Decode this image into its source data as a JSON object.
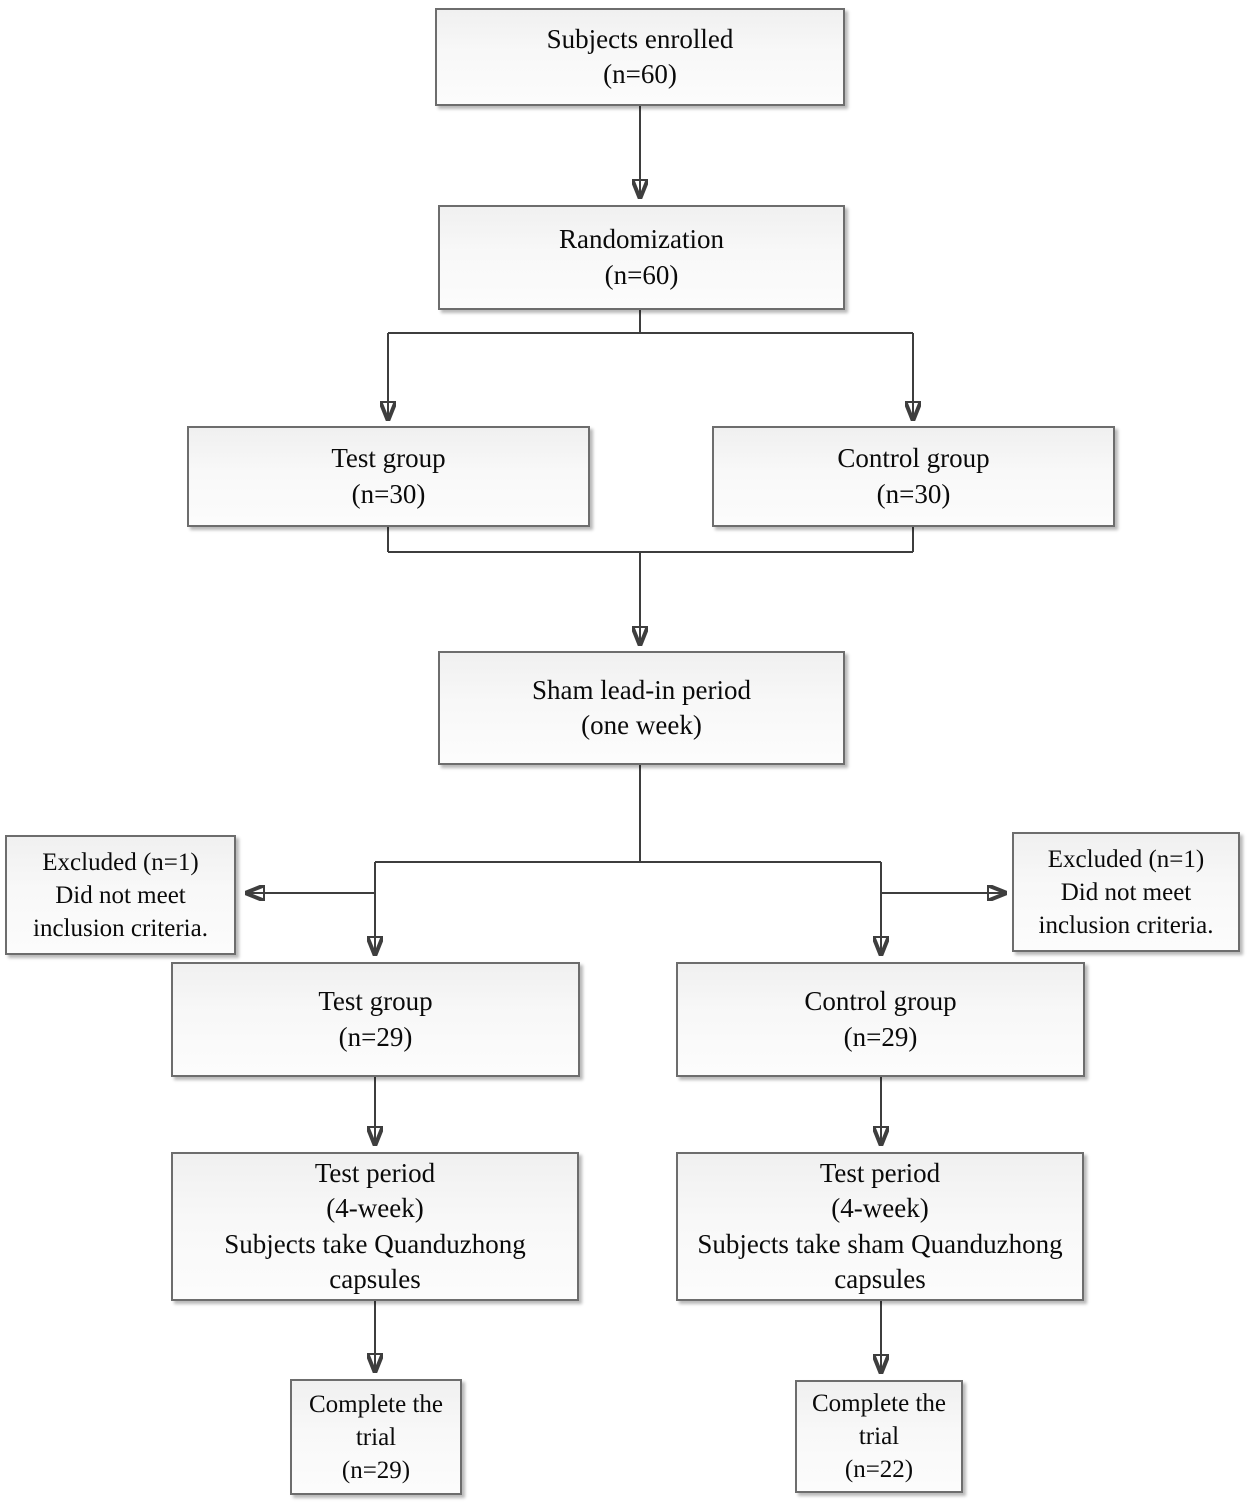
{
  "diagram": {
    "type": "flowchart",
    "description": "Clinical trial subject flow diagram",
    "nodes": {
      "subjects_enrolled": {
        "label": "Subjects enrolled\n(n=60)"
      },
      "randomization": {
        "label": "Randomization\n(n=60)"
      },
      "test_group_initial": {
        "label": "Test group\n(n=30)"
      },
      "control_group_initial": {
        "label": "Control group\n(n=30)"
      },
      "sham_lead_in": {
        "label": "Sham lead-in period\n(one week)"
      },
      "excluded_left": {
        "label": "Excluded (n=1)\nDid not meet\ninclusion criteria."
      },
      "excluded_right": {
        "label": "Excluded (n=1)\nDid not meet\ninclusion criteria."
      },
      "test_group_after": {
        "label": "Test group\n(n=29)"
      },
      "control_group_after": {
        "label": "Control group\n(n=29)"
      },
      "test_period_test": {
        "label": "Test period\n(4-week)\nSubjects take Quanduzhong\ncapsules"
      },
      "test_period_control": {
        "label": "Test period\n(4-week)\nSubjects take sham Quanduzhong\ncapsules"
      },
      "complete_test": {
        "label": "Complete the\ntrial\n(n=29)"
      },
      "complete_control": {
        "label": "Complete the\ntrial\n(n=22)"
      }
    },
    "edges": [
      {
        "from": "subjects_enrolled",
        "to": "randomization"
      },
      {
        "from": "randomization",
        "to": "test_group_initial"
      },
      {
        "from": "randomization",
        "to": "control_group_initial"
      },
      {
        "from": "test_group_initial",
        "to": "sham_lead_in"
      },
      {
        "from": "control_group_initial",
        "to": "sham_lead_in"
      },
      {
        "from": "sham_lead_in",
        "to": "test_group_after"
      },
      {
        "from": "sham_lead_in",
        "to": "control_group_after"
      },
      {
        "from": "sham_lead_in",
        "to": "excluded_left"
      },
      {
        "from": "sham_lead_in",
        "to": "excluded_right"
      },
      {
        "from": "test_group_after",
        "to": "test_period_test"
      },
      {
        "from": "control_group_after",
        "to": "test_period_control"
      },
      {
        "from": "test_period_test",
        "to": "complete_test"
      },
      {
        "from": "test_period_control",
        "to": "complete_control"
      }
    ],
    "colors": {
      "box_border": "#6d6d6d",
      "box_fill_top": "#f0f0f0",
      "box_fill_bottom": "#fcfcfc",
      "connector_line": "#3e3e3e",
      "text": "#0a0a0a",
      "background": "#ffffff"
    }
  }
}
